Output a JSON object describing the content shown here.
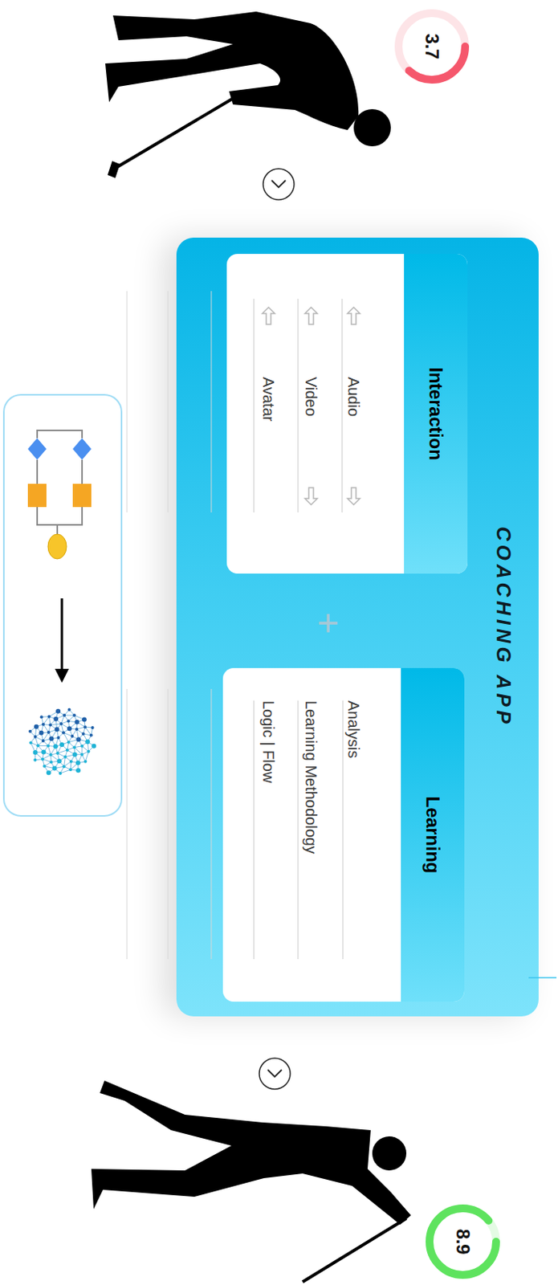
{
  "diagram": {
    "nodes": [
      {
        "text": [
          "3.7"
        ]
      },
      {
        "text": [
          "COACHING APP"
        ]
      },
      {
        "text": [
          "Interaction",
          "Audio",
          "Video",
          "Avatar"
        ],
        "in": 1
      },
      {
        "text": [
          "Learning",
          "Analysis",
          "Learning Methodology",
          "Logic | Flow"
        ],
        "in": 1
      },
      {
        "text": [
          "8.9"
        ]
      }
    ],
    "labels": [
      "+"
    ]
  }
}
